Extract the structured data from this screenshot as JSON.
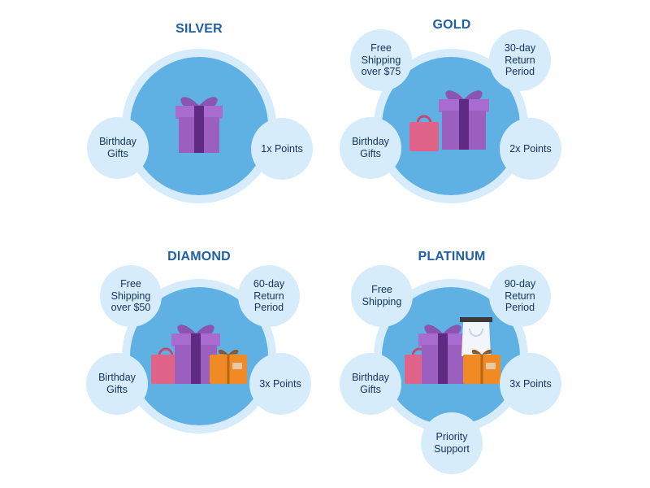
{
  "tiers": {
    "silver": {
      "title": "SILVER",
      "benefits": {
        "birthday": "Birthday\nGifts",
        "points": "1x Points"
      }
    },
    "gold": {
      "title": "GOLD",
      "benefits": {
        "shipping": "Free\nShipping\nover $75",
        "returns": "30-day\nReturn\nPeriod",
        "birthday": "Birthday\nGifts",
        "points": "2x Points"
      }
    },
    "diamond": {
      "title": "DIAMOND",
      "benefits": {
        "shipping": "Free\nShipping\nover $50",
        "returns": "60-day\nReturn\nPeriod",
        "birthday": "Birthday\nGifts",
        "points": "3x Points"
      }
    },
    "platinum": {
      "title": "PLATINUM",
      "benefits": {
        "shipping": "Free\nShipping",
        "returns": "90-day\nReturn\nPeriod",
        "birthday": "Birthday\nGifts",
        "points": "3x Points",
        "support": "Priority\nSupport"
      }
    }
  },
  "colors": {
    "title": "#1f5fa6",
    "ring": "#5fb1e4",
    "ring_border": "#d6ecfb",
    "bubble": "#d6ecfb",
    "gift": "#9b5fc0",
    "ribbon": "#5e2a84",
    "bag_pink": "#e0648a",
    "box_orange": "#f08a24"
  },
  "icons": [
    "gift-box-icon",
    "shopping-bag-icon",
    "orange-box-icon",
    "white-bag-icon"
  ]
}
